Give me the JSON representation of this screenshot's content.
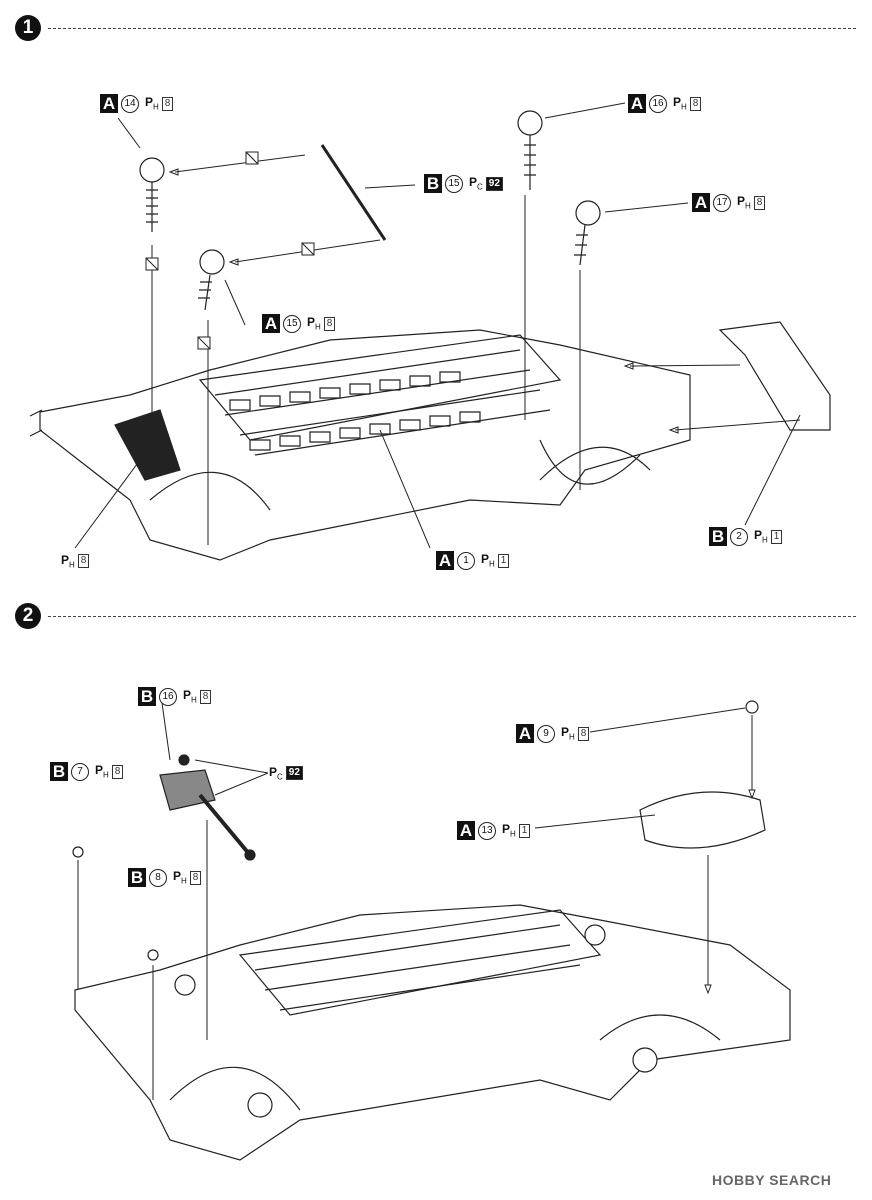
{
  "steps": [
    {
      "number": "1"
    },
    {
      "number": "2"
    }
  ],
  "labels": {
    "a14": {
      "letter": "A",
      "num": "14",
      "paint": "P",
      "sub": "H",
      "code": "8"
    },
    "b15": {
      "letter": "B",
      "num": "15",
      "paint": "P",
      "sub": "C",
      "code": "92"
    },
    "a16": {
      "letter": "A",
      "num": "16",
      "paint": "P",
      "sub": "H",
      "code": "8"
    },
    "a17": {
      "letter": "A",
      "num": "17",
      "paint": "P",
      "sub": "H",
      "code": "8"
    },
    "a15": {
      "letter": "A",
      "num": "15",
      "paint": "P",
      "sub": "H",
      "code": "8"
    },
    "ph8": {
      "paint": "P",
      "sub": "H",
      "code": "8"
    },
    "a1": {
      "letter": "A",
      "num": "1",
      "paint": "P",
      "sub": "H",
      "code": "1"
    },
    "b2": {
      "letter": "B",
      "num": "2",
      "paint": "P",
      "sub": "H",
      "code": "1"
    },
    "b16": {
      "letter": "B",
      "num": "16",
      "paint": "P",
      "sub": "H",
      "code": "8"
    },
    "pc92": {
      "paint": "P",
      "sub": "C",
      "code": "92"
    },
    "b7": {
      "letter": "B",
      "num": "7",
      "paint": "P",
      "sub": "H",
      "code": "8"
    },
    "b8": {
      "letter": "B",
      "num": "8",
      "paint": "P",
      "sub": "H",
      "code": "8"
    },
    "a9": {
      "letter": "A",
      "num": "9",
      "paint": "P",
      "sub": "H",
      "code": "8"
    },
    "a13": {
      "letter": "A",
      "num": "13",
      "paint": "P",
      "sub": "H",
      "code": "1"
    }
  },
  "watermark": "HOBBY SEARCH"
}
